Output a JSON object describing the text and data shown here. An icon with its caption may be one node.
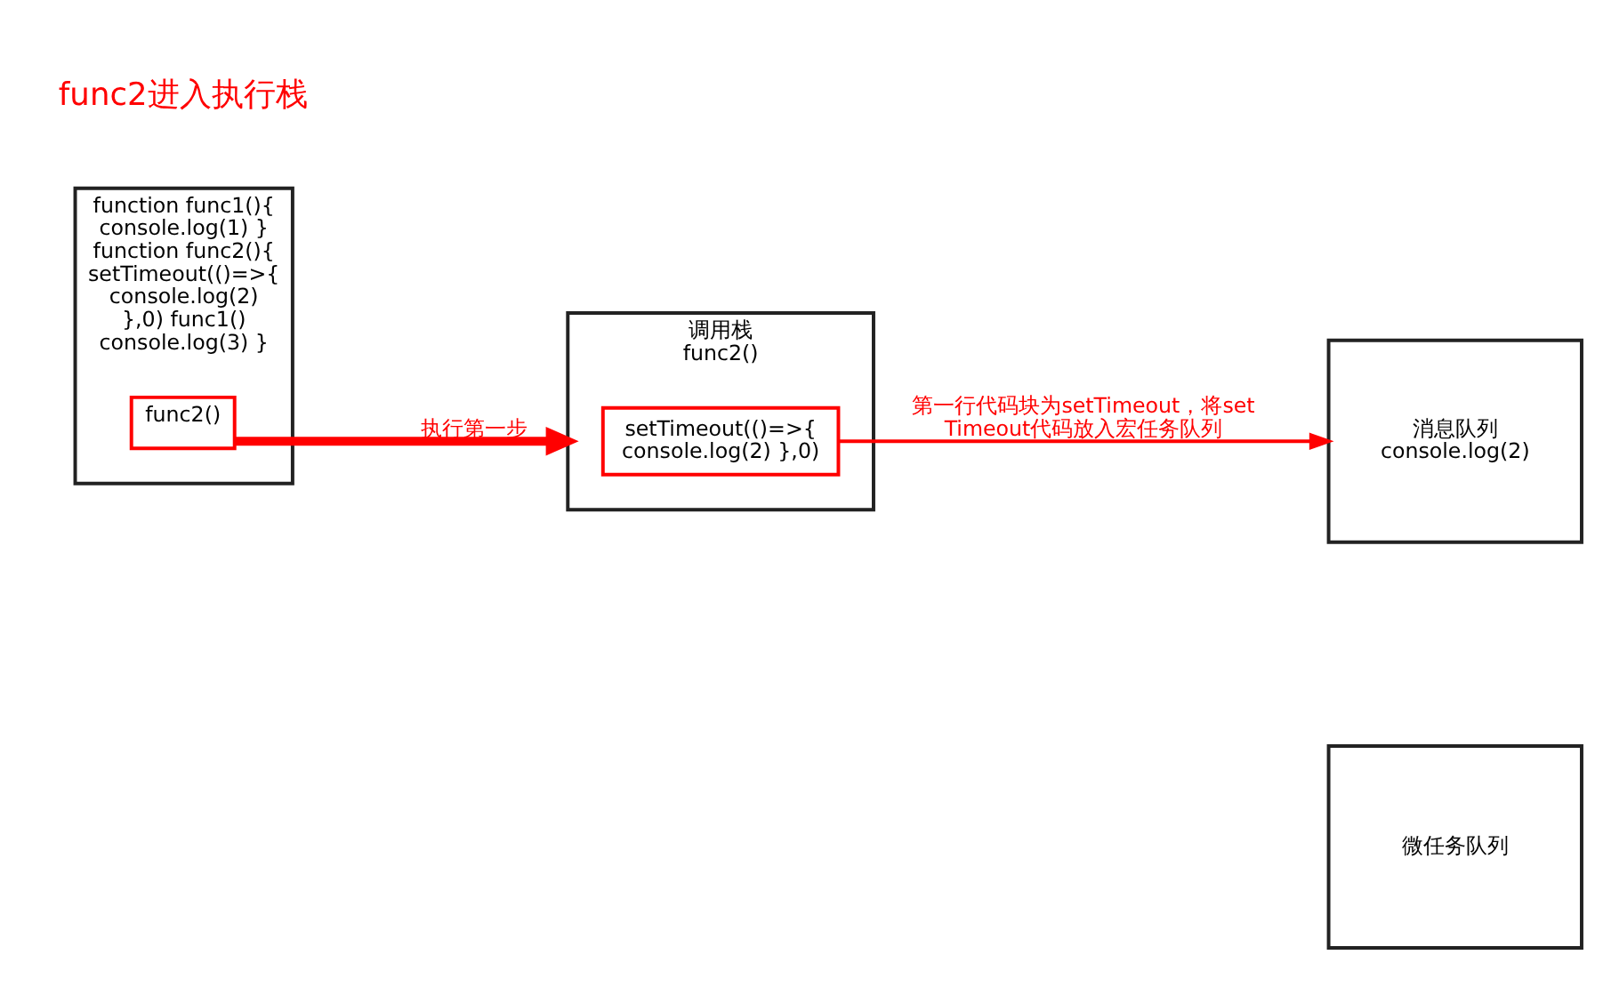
{
  "diagram": {
    "nodes": [
      {
        "text": [
          "function func1(){ console.log(1) } function func2(){ setTimeout(()=>{ console.log(2) },0) func1() console.log(3) }"
        ]
      },
      {
        "text": [
          "func2()"
        ],
        "in": 0
      },
      {
        "text": [
          "调用栈",
          "func2()"
        ]
      },
      {
        "text": [
          "setTimeout(()=>{ console.log(2) },0)"
        ],
        "in": 2
      },
      {
        "text": [
          "消息队列",
          "console.log(2)"
        ]
      },
      {
        "text": [
          "微任务队列"
        ]
      }
    ],
    "edges": [
      {
        "from": 1,
        "to": 2,
        "arrow": "to",
        "label": "执行第一步",
        "style": "thick"
      },
      {
        "from": 3,
        "to": 4,
        "arrow": "to",
        "label": "第一行代码块为setTimeout，将setTimeout代码放入宏任务队列"
      }
    ],
    "labels": [
      "func2进入执行栈"
    ]
  }
}
